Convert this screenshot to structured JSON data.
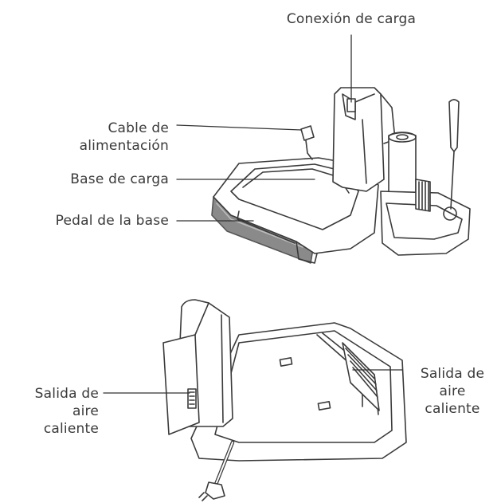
{
  "labels": {
    "charging_connection": "Conexión de carga",
    "power_cable_line1": "Cable de",
    "power_cable_line2": "alimentación",
    "charging_base": "Base de carga",
    "base_pedal": "Pedal de la base",
    "hot_air_right_line1": "Salida de",
    "hot_air_right_line2": "aire",
    "hot_air_right_line3": "caliente",
    "hot_air_left_line1": "Salida de",
    "hot_air_left_line2": "aire",
    "hot_air_left_line3": "caliente"
  }
}
